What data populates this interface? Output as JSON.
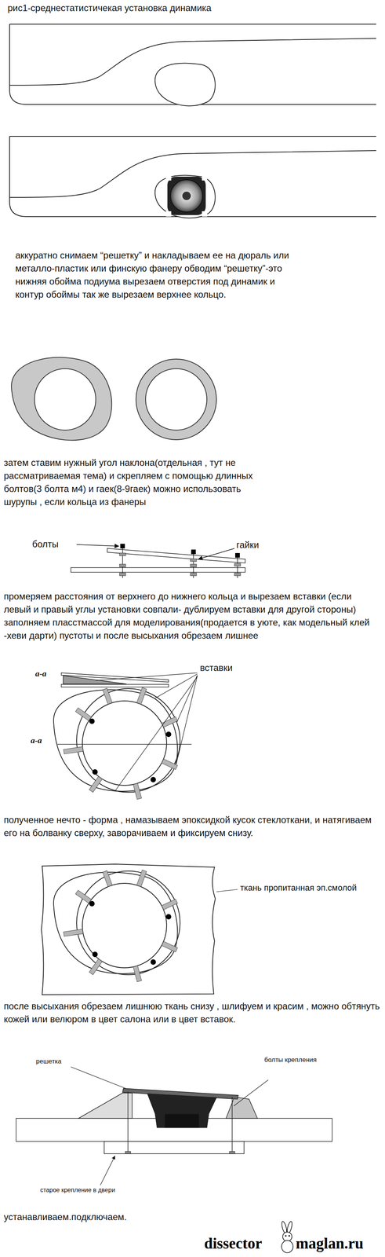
{
  "diagram": {
    "title": "рис1-среднестатистичекая установка динамика",
    "labels": [
      "аккуратно снимаем “решетку” и накладываем ее на дюраль или металло-пластик или финскую фанеру обводим “решетку”-это нижняя обойма подиума вырезаем отверстия под динамик и контур обоймы так же вырезаем верхнее кольцо.",
      "затем ставим нужный угол наклона(отдельная , тут не рассматриваемая тема) и скрепляем с помощью длинных болтов(3 болта м4) и гаек(8-9гаек) можно использовать шурупы , если кольца из фанеры",
      "болты",
      "гайки",
      "промеряем расстояния от верхнего до нижнего кольца и вырезаем вставки (если левый и правый углы установки совпали- дублируем вставки для другой стороны) заполняем пласстмассой для моделирования(продается в уюте, как модельный клей -хеви дарти) пустоты и после высыхания обрезаем лишнее",
      "вставки",
      "a-a",
      "a-a",
      "полученное нечто - форма , намазываем эпоксидкой кусок стеклоткани, и натягиваем его на болванку сверху, заворачиваем и фиксируем снизу.",
      "ткань пропитанная эп.смолой",
      "после высыхания обрезаем лишнюю ткань снизу , шлифуем и красим , можно обтянуть кожей или велюром в цвет салона или в цвет вставок.",
      "решетка",
      "болты крепления",
      "старое крепление в двери",
      "устанавливаем.подключаем.",
      "dissector",
      "maglan.ru"
    ]
  }
}
